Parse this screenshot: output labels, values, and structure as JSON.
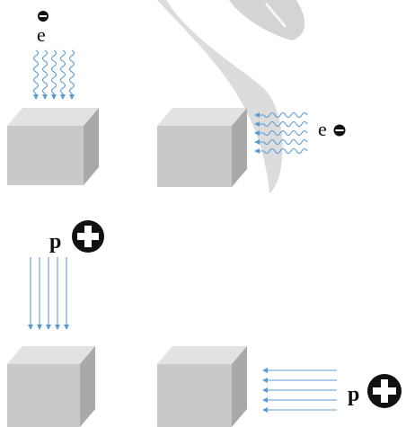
{
  "colors": {
    "background": "#ffffff",
    "cube_front": "#c9c9c9",
    "cube_top": "#e2e2e2",
    "cube_side": "#a9a9a9",
    "arrow": "#5b9bd5",
    "badge": "#111111",
    "badge_mark": "#ffffff",
    "swoosh": "#d6d6d6"
  },
  "panels": [
    {
      "id": "electron-top",
      "particle_symbol": "e",
      "charge_icon": "minus-icon",
      "direction": "from-top",
      "beam": "wavy"
    },
    {
      "id": "electron-side",
      "particle_symbol": "e",
      "charge_icon": "minus-icon",
      "direction": "from-right",
      "beam": "wavy"
    },
    {
      "id": "proton-top",
      "particle_symbol": "p",
      "charge_icon": "plus-icon",
      "direction": "from-top",
      "beam": "straight"
    },
    {
      "id": "proton-side",
      "particle_symbol": "p",
      "charge_icon": "plus-icon",
      "direction": "from-right",
      "beam": "straight"
    }
  ]
}
